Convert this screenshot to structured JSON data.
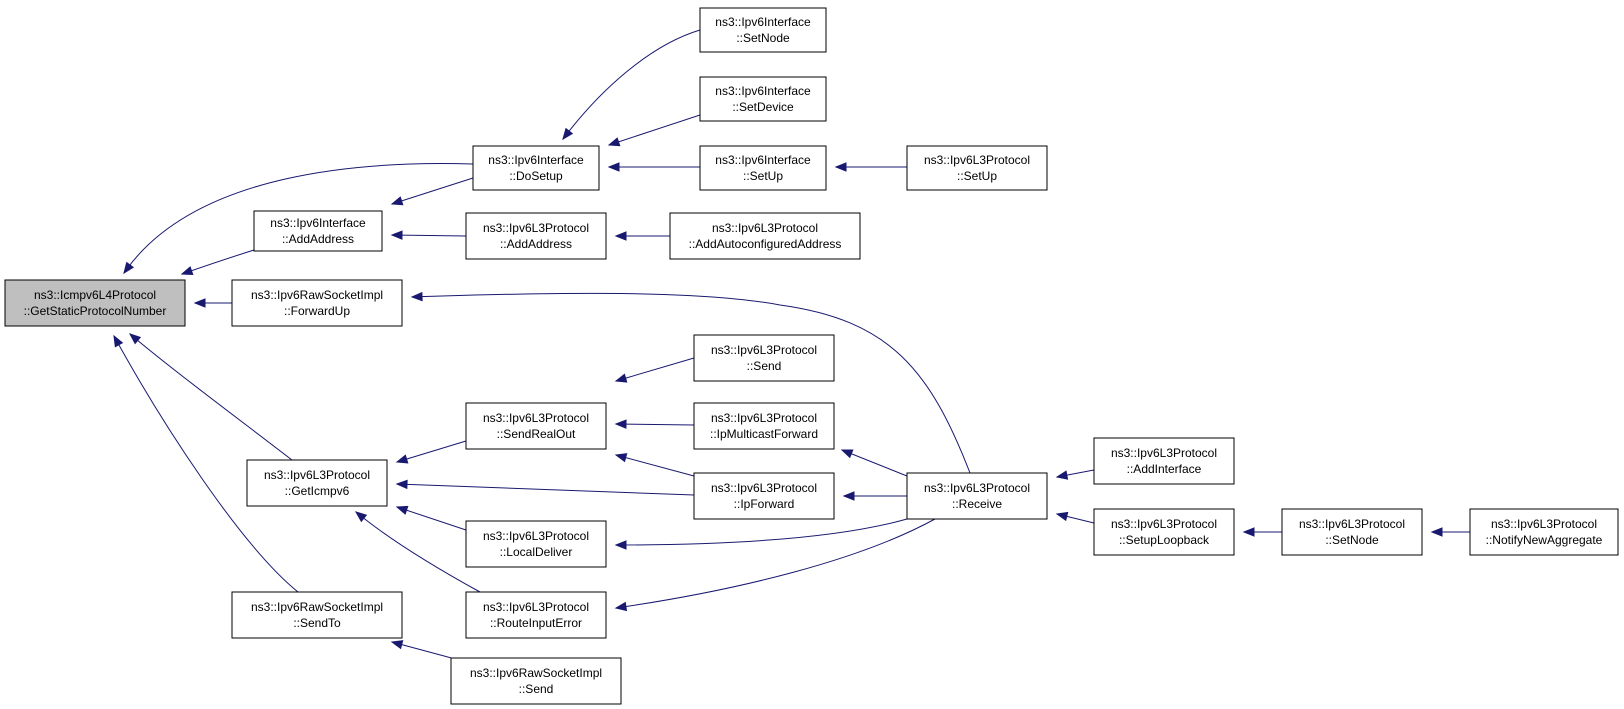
{
  "diagram": {
    "type": "doxygen-caller-graph",
    "colors": {
      "edge": "#191970",
      "root_fill": "#bfbfbf",
      "node_fill": "#ffffff",
      "node_stroke": "#000000"
    },
    "nodes": [
      {
        "id": "root",
        "lines": [
          "ns3::Icmpv6L4Protocol",
          "::GetStaticProtocolNumber"
        ],
        "root": true
      },
      {
        "id": "if_addaddress",
        "lines": [
          "ns3::Ipv6Interface",
          "::AddAddress"
        ]
      },
      {
        "id": "raw_forwardup",
        "lines": [
          "ns3::Ipv6RawSocketImpl",
          "::ForwardUp"
        ]
      },
      {
        "id": "l3_geticmpv6",
        "lines": [
          "ns3::Ipv6L3Protocol",
          "::GetIcmpv6"
        ]
      },
      {
        "id": "raw_sendto",
        "lines": [
          "ns3::Ipv6RawSocketImpl",
          "::SendTo"
        ]
      },
      {
        "id": "if_dosetup",
        "lines": [
          "ns3::Ipv6Interface",
          "::DoSetup"
        ]
      },
      {
        "id": "l3_addaddress",
        "lines": [
          "ns3::Ipv6L3Protocol",
          "::AddAddress"
        ]
      },
      {
        "id": "l3_sendrealout",
        "lines": [
          "ns3::Ipv6L3Protocol",
          "::SendRealOut"
        ]
      },
      {
        "id": "l3_localdeliver",
        "lines": [
          "ns3::Ipv6L3Protocol",
          "::LocalDeliver"
        ]
      },
      {
        "id": "l3_routeinputerror",
        "lines": [
          "ns3::Ipv6L3Protocol",
          "::RouteInputError"
        ]
      },
      {
        "id": "raw_send",
        "lines": [
          "ns3::Ipv6RawSocketImpl",
          "::Send"
        ]
      },
      {
        "id": "if_setnode",
        "lines": [
          "ns3::Ipv6Interface",
          "::SetNode"
        ]
      },
      {
        "id": "if_setdevice",
        "lines": [
          "ns3::Ipv6Interface",
          "::SetDevice"
        ]
      },
      {
        "id": "if_setup",
        "lines": [
          "ns3::Ipv6Interface",
          "::SetUp"
        ]
      },
      {
        "id": "l3_addautoconf",
        "lines": [
          "ns3::Ipv6L3Protocol",
          "::AddAutoconfiguredAddress"
        ]
      },
      {
        "id": "l3_send",
        "lines": [
          "ns3::Ipv6L3Protocol",
          "::Send"
        ]
      },
      {
        "id": "l3_ipmulticastforward",
        "lines": [
          "ns3::Ipv6L3Protocol",
          "::IpMulticastForward"
        ]
      },
      {
        "id": "l3_ipforward",
        "lines": [
          "ns3::Ipv6L3Protocol",
          "::IpForward"
        ]
      },
      {
        "id": "l3_setup",
        "lines": [
          "ns3::Ipv6L3Protocol",
          "::SetUp"
        ]
      },
      {
        "id": "l3_receive",
        "lines": [
          "ns3::Ipv6L3Protocol",
          "::Receive"
        ]
      },
      {
        "id": "l3_addinterface",
        "lines": [
          "ns3::Ipv6L3Protocol",
          "::AddInterface"
        ]
      },
      {
        "id": "l3_setuploopback",
        "lines": [
          "ns3::Ipv6L3Protocol",
          "::SetupLoopback"
        ]
      },
      {
        "id": "l3_setnode",
        "lines": [
          "ns3::Ipv6L3Protocol",
          "::SetNode"
        ]
      },
      {
        "id": "l3_notifynewaggregate",
        "lines": [
          "ns3::Ipv6L3Protocol",
          "::NotifyNewAggregate"
        ]
      }
    ],
    "edges": [
      {
        "from": "if_dosetup",
        "to": "root"
      },
      {
        "from": "if_addaddress",
        "to": "root"
      },
      {
        "from": "raw_forwardup",
        "to": "root"
      },
      {
        "from": "l3_geticmpv6",
        "to": "root"
      },
      {
        "from": "raw_sendto",
        "to": "root"
      },
      {
        "from": "if_dosetup",
        "to": "if_addaddress"
      },
      {
        "from": "l3_addaddress",
        "to": "if_addaddress"
      },
      {
        "from": "if_setnode",
        "to": "if_dosetup"
      },
      {
        "from": "if_setdevice",
        "to": "if_dosetup"
      },
      {
        "from": "if_setup",
        "to": "if_dosetup"
      },
      {
        "from": "l3_setup",
        "to": "if_setup"
      },
      {
        "from": "l3_addautoconf",
        "to": "l3_addaddress"
      },
      {
        "from": "l3_receive",
        "to": "raw_forwardup"
      },
      {
        "from": "l3_sendrealout",
        "to": "l3_geticmpv6"
      },
      {
        "from": "l3_ipforward",
        "to": "l3_geticmpv6"
      },
      {
        "from": "l3_localdeliver",
        "to": "l3_geticmpv6"
      },
      {
        "from": "l3_routeinputerror",
        "to": "l3_geticmpv6"
      },
      {
        "from": "l3_send",
        "to": "l3_sendrealout"
      },
      {
        "from": "l3_ipmulticastforward",
        "to": "l3_sendrealout"
      },
      {
        "from": "l3_ipforward",
        "to": "l3_sendrealout"
      },
      {
        "from": "l3_receive",
        "to": "l3_ipmulticastforward"
      },
      {
        "from": "l3_receive",
        "to": "l3_ipforward"
      },
      {
        "from": "l3_receive",
        "to": "l3_localdeliver"
      },
      {
        "from": "l3_receive",
        "to": "l3_routeinputerror"
      },
      {
        "from": "l3_addinterface",
        "to": "l3_receive"
      },
      {
        "from": "l3_setuploopback",
        "to": "l3_receive"
      },
      {
        "from": "l3_setnode",
        "to": "l3_setuploopback"
      },
      {
        "from": "l3_notifynewaggregate",
        "to": "l3_setnode"
      },
      {
        "from": "raw_send",
        "to": "raw_sendto"
      }
    ]
  }
}
